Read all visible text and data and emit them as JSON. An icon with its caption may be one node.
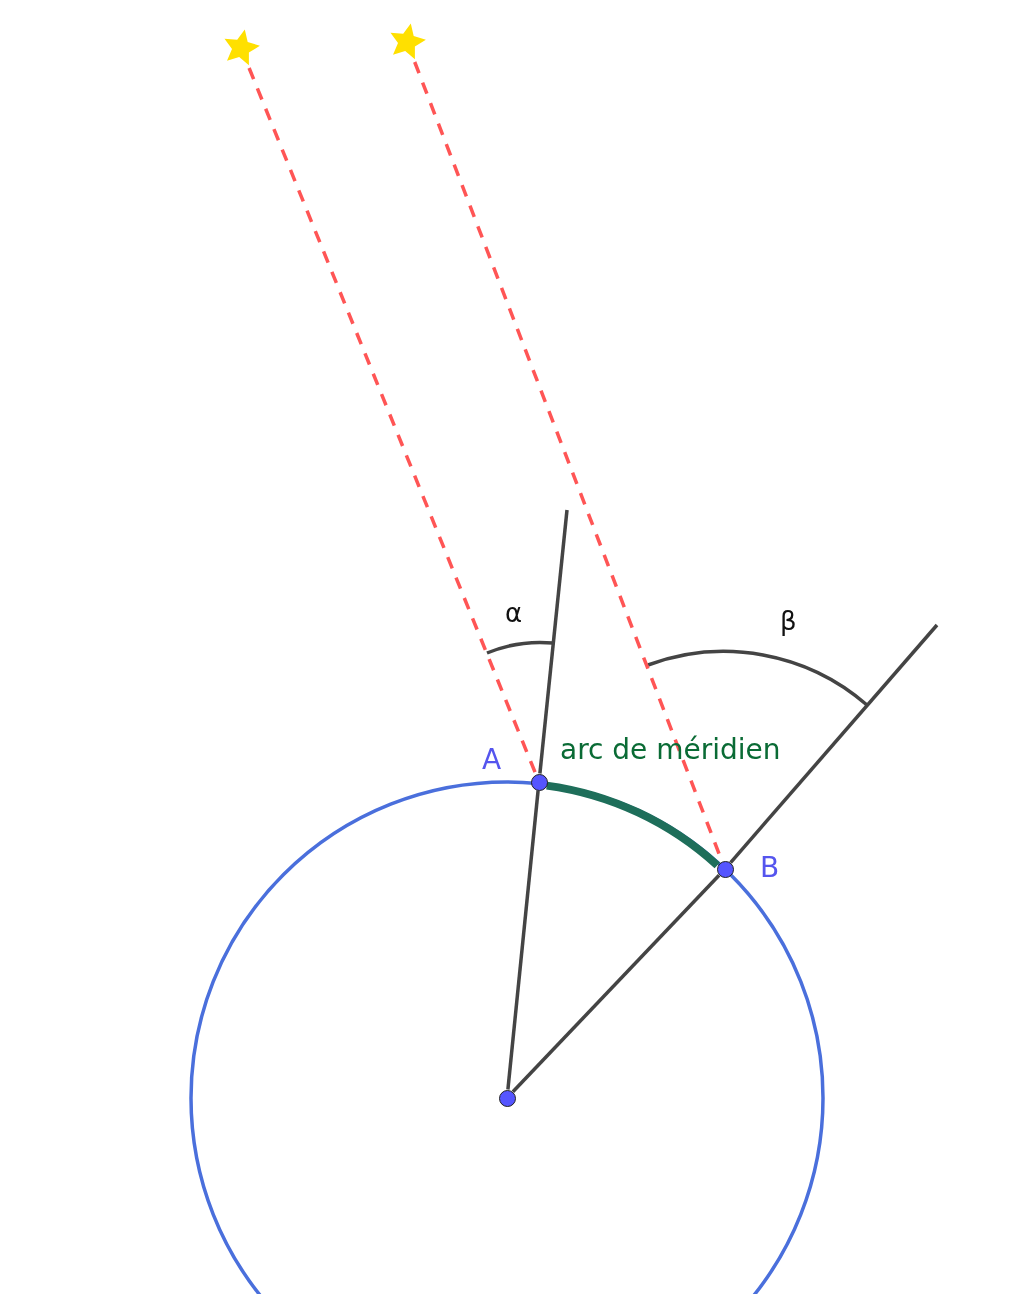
{
  "diagram": {
    "nodes": [
      {
        "text": [],
        "shape": "star"
      },
      {
        "text": [],
        "shape": "star"
      },
      {
        "text": [
          "A"
        ]
      },
      {
        "text": [
          "B"
        ]
      },
      {
        "text": [],
        "shape": "circle"
      }
    ],
    "edges": [
      {
        "from": 0,
        "to": 2,
        "arrow": "none",
        "style": "dashed",
        "color": "#ff5555"
      },
      {
        "from": 1,
        "to": 3,
        "arrow": "none",
        "style": "dashed",
        "color": "#ff5555"
      },
      {
        "from": 4,
        "to": 2,
        "arrow": "none",
        "color": "#444444"
      },
      {
        "from": 4,
        "to": 3,
        "arrow": "none",
        "color": "#444444"
      },
      {
        "from": 2,
        "to": 3,
        "arrow": "none",
        "label": "arc de méridien",
        "style": "thick",
        "color": "#1e6e5a"
      },
      {
        "from": 2,
        "to": null,
        "arrow": "none",
        "color": "#444444"
      },
      {
        "from": 3,
        "to": null,
        "arrow": "none",
        "color": "#444444"
      }
    ],
    "labels": [
      "α",
      "β"
    ]
  }
}
